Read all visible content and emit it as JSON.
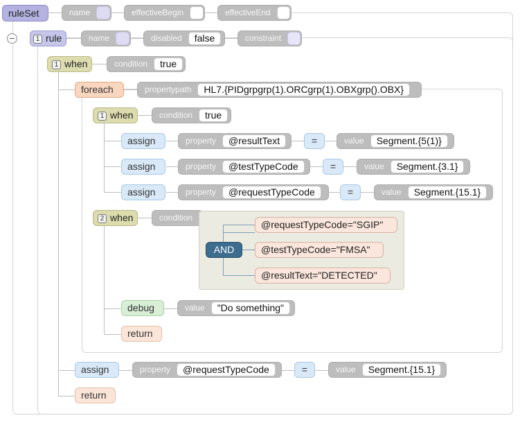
{
  "ruleset": {
    "label": "ruleSet",
    "attrs": {
      "name": "name",
      "effective_begin": "effectiveBegin",
      "effective_end": "effectiveEnd"
    }
  },
  "rule": {
    "index": "1",
    "label": "rule",
    "attrs": {
      "name": "name",
      "disabled_label": "disabled",
      "disabled_value": "false",
      "constraint": "constraint"
    },
    "toggle_symbol": "−"
  },
  "when1": {
    "index": "1",
    "label": "when",
    "condition_label": "condition",
    "condition_value": "true"
  },
  "foreach": {
    "label": "foreach",
    "propertypath_label": "propertypath",
    "propertypath_value": "HL7.{PIDgrpgrp(1).ORCgrp(1).OBXgrp().OBX}"
  },
  "inner_when1": {
    "index": "1",
    "label": "when",
    "condition_label": "condition",
    "condition_value": "true",
    "assigns": [
      {
        "label": "assign",
        "property_label": "property",
        "property": "@resultText",
        "eq": "=",
        "value_label": "value",
        "value": "Segment.{5(1)}"
      },
      {
        "label": "assign",
        "property_label": "property",
        "property": "@testTypeCode",
        "eq": "=",
        "value_label": "value",
        "value": "Segment.{3.1}"
      },
      {
        "label": "assign",
        "property_label": "property",
        "property": "@requestTypeCode",
        "eq": "=",
        "value_label": "value",
        "value": "Segment.{15.1}"
      }
    ]
  },
  "inner_when2": {
    "index": "2",
    "label": "when",
    "condition_label": "condition",
    "operator": "AND",
    "conditions": [
      "@requestTypeCode=\"SGIP\"",
      "@testTypeCode=\"FMSA\"",
      "@resultText=\"DETECTED\""
    ],
    "debug": {
      "label": "debug",
      "value_label": "value",
      "value": "\"Do something\""
    },
    "return_label": "return"
  },
  "outer_assign": {
    "label": "assign",
    "property_label": "property",
    "property": "@requestTypeCode",
    "eq": "=",
    "value_label": "value",
    "value": "Segment.{15.1}"
  },
  "outer_return": {
    "label": "return"
  }
}
